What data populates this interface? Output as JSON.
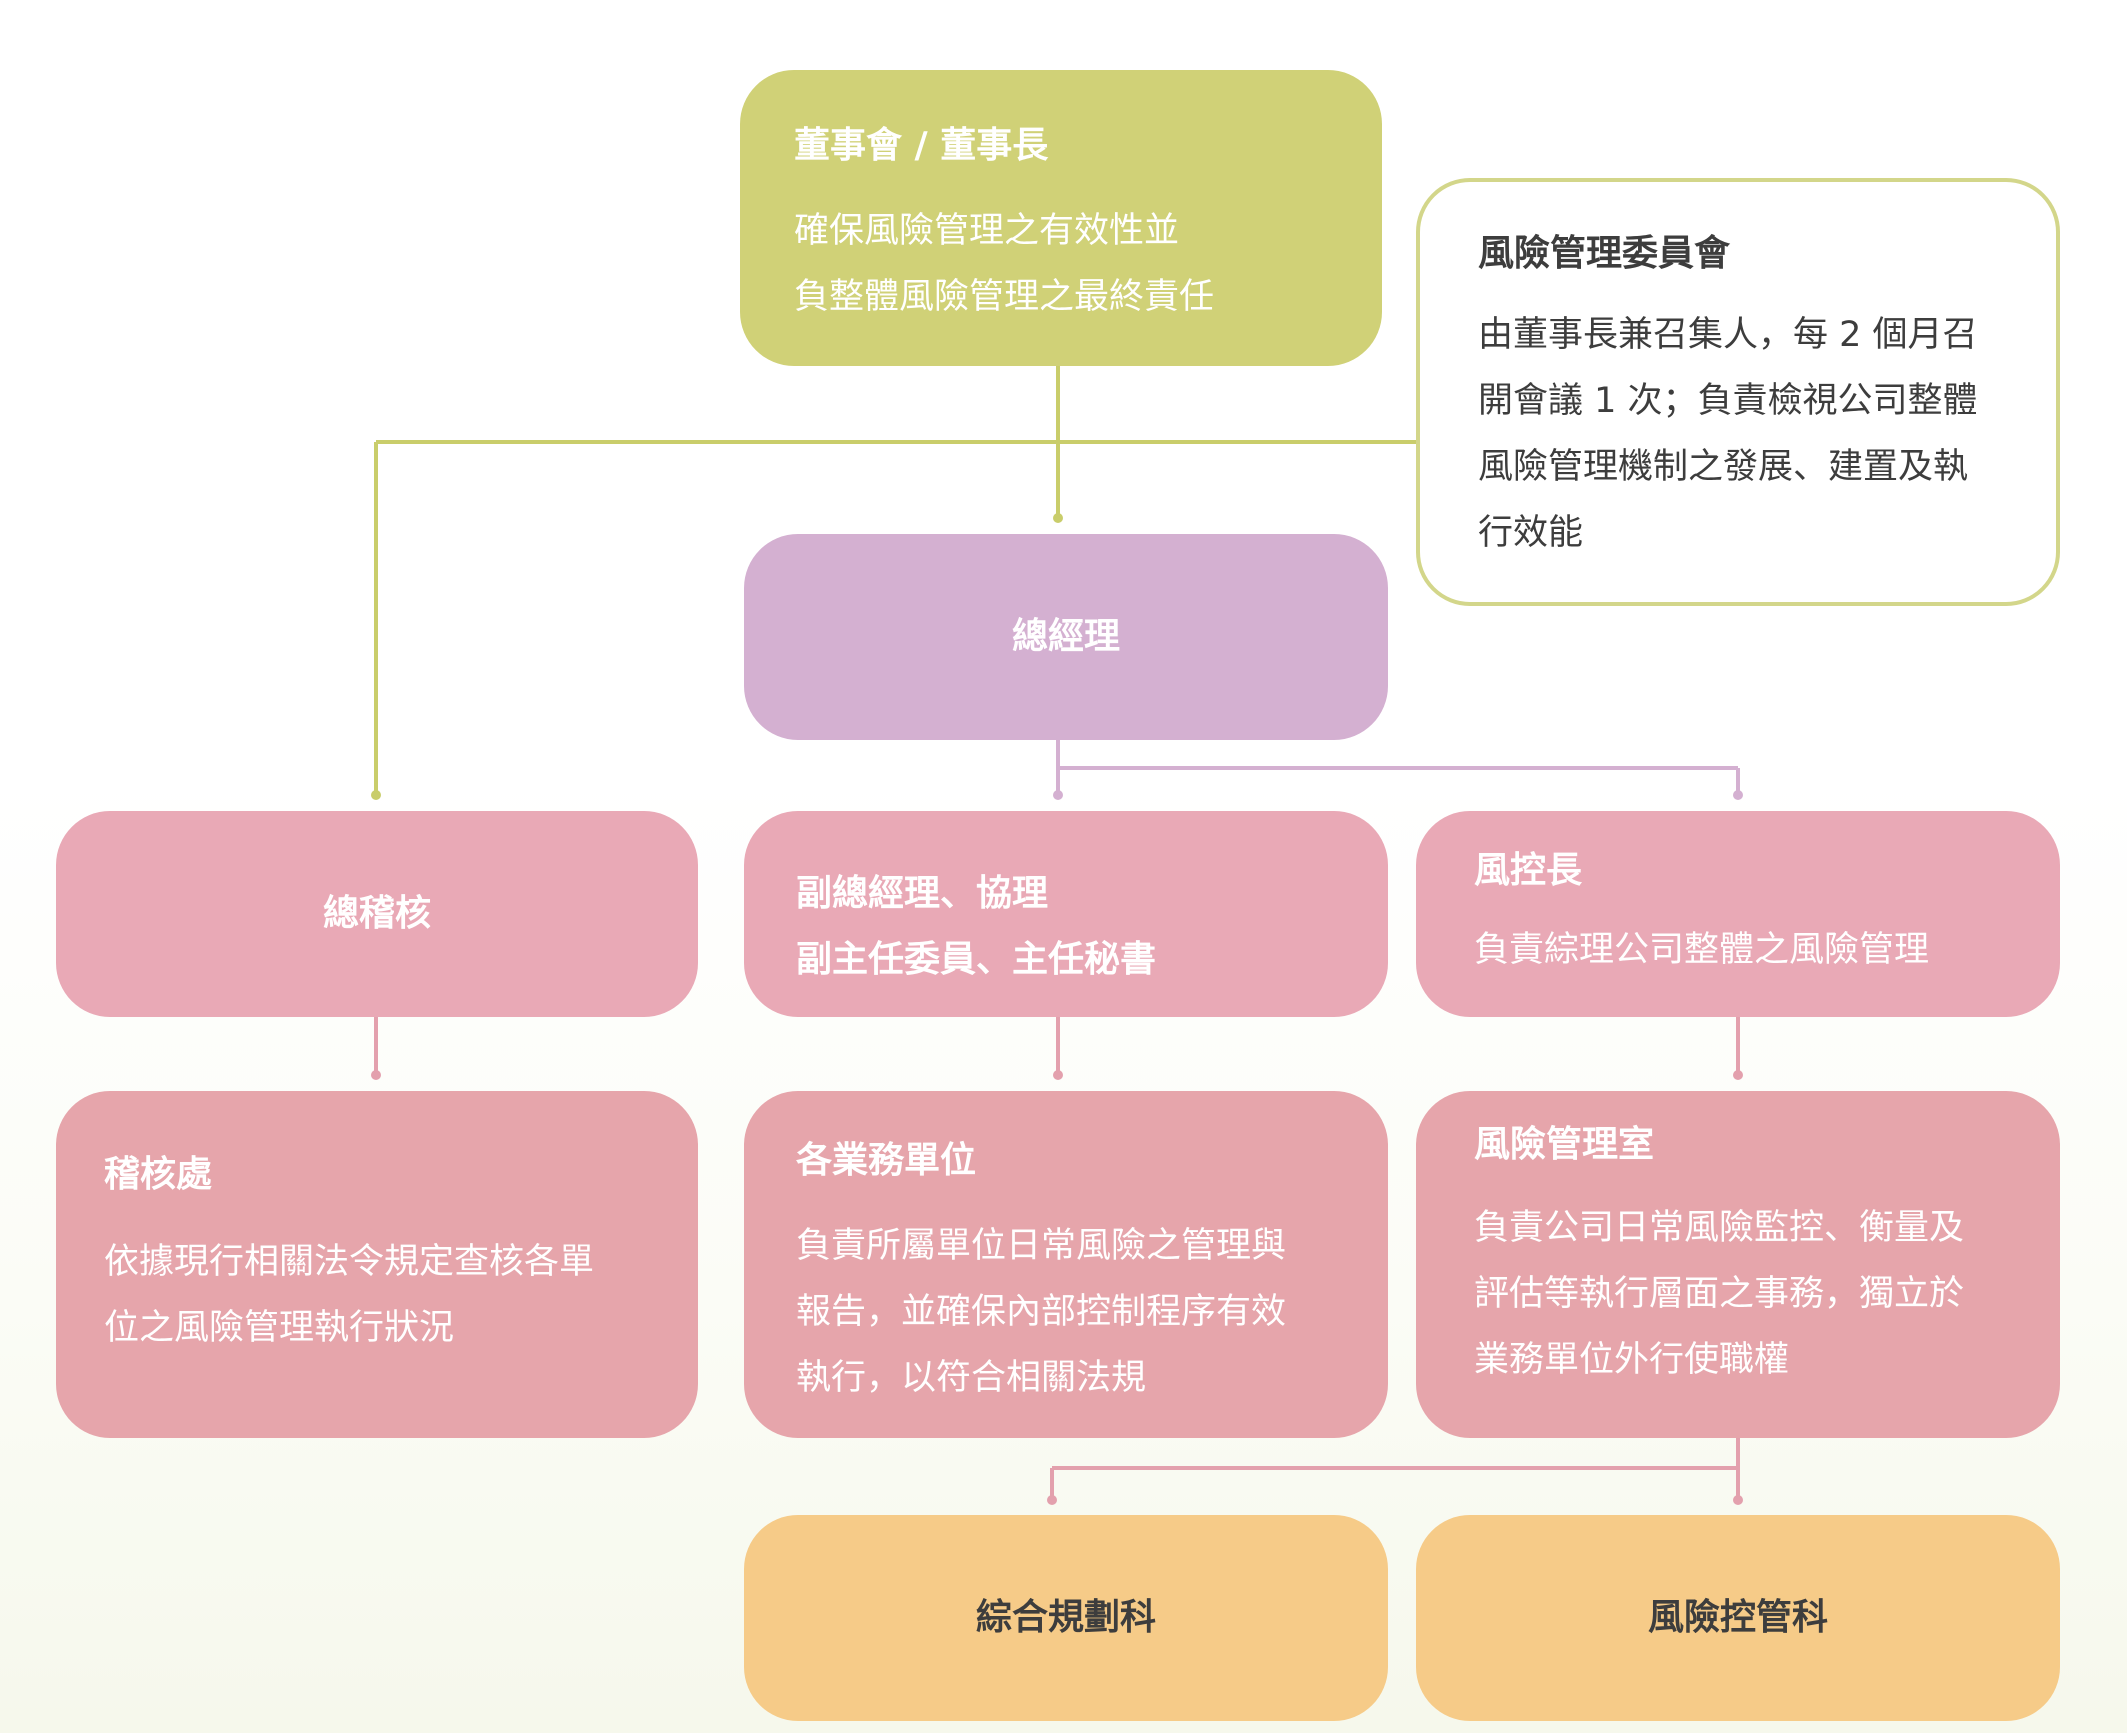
{
  "colors": {
    "board": "#d0d177",
    "president": "#d4b0d1",
    "middle": "#e9a9b6",
    "bottom_units": "#e6a5ab",
    "sections": "#f6cb88",
    "green_line": "#c9cd6b",
    "purple_line": "#d4b0d1",
    "pink_line": "#e3a0ad"
  },
  "board": {
    "title": "董事會 / 董事長",
    "desc_line1": "確保風險管理之有效性並",
    "desc_line2": "負整體風險管理之最終責任"
  },
  "committee": {
    "title": "風險管理委員會",
    "desc_line1": "由董事長兼召集人，每 2 個月召",
    "desc_line2": "開會議 1 次；負責檢視公司整體",
    "desc_line3": "風險管理機制之發展、建置及執",
    "desc_line4": "行效能"
  },
  "president": {
    "title": "總經理"
  },
  "chief_auditor": {
    "title": "總稽核"
  },
  "vp": {
    "title_line1": "副總經理、協理",
    "title_line2": "副主任委員、主任秘書"
  },
  "cro": {
    "title": "風控長",
    "desc": "負責綜理公司整體之風險管理"
  },
  "audit_office": {
    "title": "稽核處",
    "desc_line1": "依據現行相關法令規定查核各單",
    "desc_line2": "位之風險管理執行狀況"
  },
  "business_units": {
    "title": "各業務單位",
    "desc_line1": "負責所屬單位日常風險之管理與",
    "desc_line2": "報告，並確保內部控制程序有效",
    "desc_line3": "執行，以符合相關法規"
  },
  "risk_office": {
    "title": "風險管理室",
    "desc_line1": "負責公司日常風險監控、衡量及",
    "desc_line2": "評估等執行層面之事務，獨立於",
    "desc_line3": "業務單位外行使職權"
  },
  "planning_section": {
    "title": "綜合規劃科"
  },
  "risk_control_section": {
    "title": "風險控管科"
  }
}
